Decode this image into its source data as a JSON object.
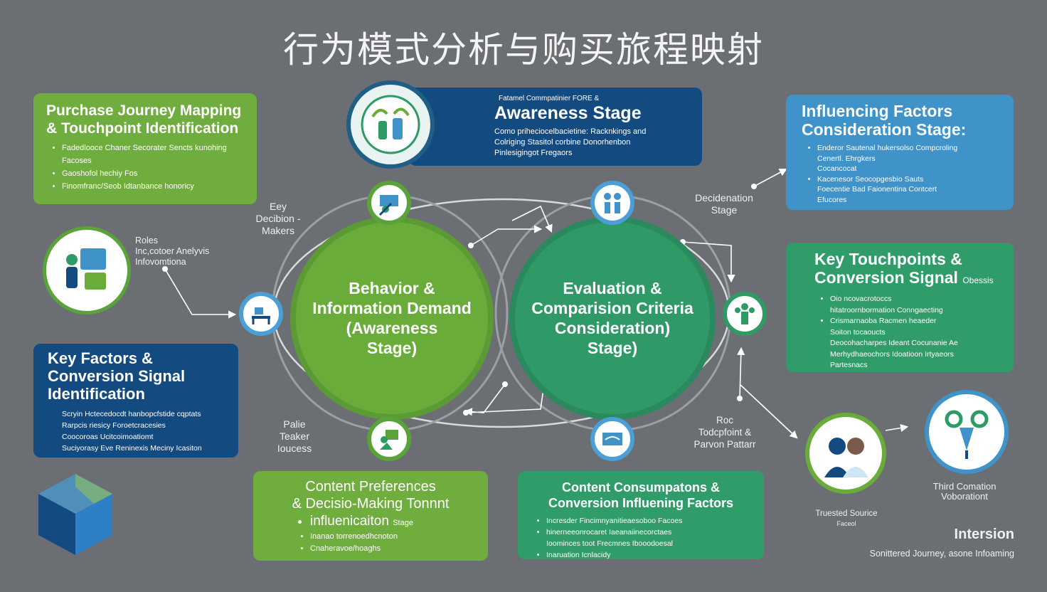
{
  "title": "行为模式分析与购买旅程映射",
  "cards": {
    "journey": {
      "heading": "Purchase Journey Mapping\n& Touchpoint Identification",
      "items": [
        "Fadedlooce Chaner Secorater Sencts kunohing",
        "Facoses",
        "Gaoshofol hechiy Fos",
        "Finomfranc/Seob Idtanbance honoricy"
      ]
    },
    "awareness": {
      "heading": "Awareness Stage",
      "subtitle": "Fatamel Commpatinier FORE &",
      "items": [
        "Como priheciocelbacietine: Racknkings and",
        "Colriging Stasitol corbine Donorhenbon",
        "Pinlesigingot Fregaors"
      ]
    },
    "influencing": {
      "heading": "Influencing Factors\nConsideration Stage:",
      "items": [
        "Enderor Sautenal hukersolso Compcroling",
        "Cenertl. Ehrgkers",
        "Cocancocat",
        "Kacenesor Seocopgesbio Sauts",
        "Foecentie Bad Faionentina Contcert",
        "Efucores"
      ]
    },
    "touchpoints": {
      "heading": "Key Touchpoints &\nConversion Signal",
      "heading_suffix": "Obessis",
      "items": [
        "Oio ncovacrotoccs",
        "hitatroornbormation Conngaecting",
        "Crismarnaoba Racmen heaeder",
        "Soiton tocaoucts",
        "Deocohacharpes Ideant Cocunanie Ae",
        "Merhydhaeochors Idoatioon Irtyaeors",
        "Partesnacs"
      ]
    },
    "keyfactors": {
      "heading": "Key Factors &\nConversion Signal\nIdentification",
      "items": [
        "Scryin Hctecedocdt hanbopcfstide cqptats",
        "Rarpcis riesicy Foroetcracesies",
        "Coocoroas Ucitcoimoatiomt",
        "Suciyorasy Eve Reninexis Meciny Icasiton"
      ]
    },
    "content_pref": {
      "heading": "Content Preferences\n& Decisio-Making Tonnnt",
      "items": [
        "influenicaiton",
        "Inanao torrenoedhcnoton",
        "Cnaheravoe/hoaghs"
      ],
      "first_suffix": "Stage"
    },
    "content_cons": {
      "heading": "Content Consumpatons &\nConversion Influening Factors",
      "items": [
        "Incresder Fincimnyanitieaesoboo Facoes",
        "hinerneeonrocaret Iaeanaiinecorctaes",
        "Ioominces toot Frecmnes Ibooodoesal",
        "Inaruation Icnlacidy"
      ]
    }
  },
  "circles": {
    "left": "Behavior &\nInformation Demand\n(Awareness\nStage)",
    "right": "Evaluation &\nComparision Criteria\nConsideration)\nStage)"
  },
  "labels": {
    "key_decision": "Eey\nDecibion -\nMakers",
    "roles": "Roles\nInc,cotoer Anelyvis\nInfovomtiona",
    "decision_stage": "Decidenation\nStage",
    "role_taker": "Palie\nTeaker\nIoucess",
    "roc_touch": "Roc\nTodcpfoint &\nParvon Pattarr",
    "trusted": "Truested Sourice",
    "trusted_sub": "Faceol",
    "third": "Third Comation\nVoborationt",
    "intersion": "Intersion",
    "intersion_sub": "Sonittered Journey, asone Infoaming"
  },
  "colors": {
    "green": "#6fae3e",
    "blue": "#3f93c9",
    "navy": "#134a80",
    "teal": "#2f9c6a"
  }
}
